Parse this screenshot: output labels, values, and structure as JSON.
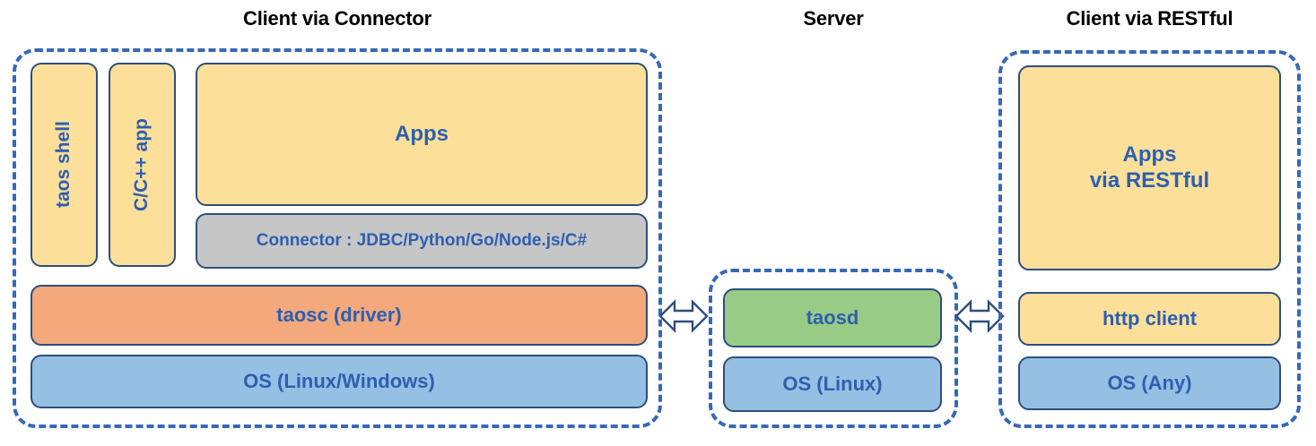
{
  "diagram": {
    "title": "TDengine system architecture: client, server and RESTful client",
    "colors": {
      "panel_border": "#3569B8",
      "box_border": "#2E4E7E",
      "text_blue": "#2E5FB0",
      "yellow": "#FCE09A",
      "orange": "#F4A97C",
      "blue": "#96C0E3",
      "green": "#97CB86",
      "grey": "#C6C6C6",
      "title_black": "#000000"
    }
  },
  "panels": {
    "client_connector": {
      "title": "Client via Connector",
      "boxes": {
        "taos_shell": "taos shell",
        "cpp_app": "C/C++ app",
        "apps": "Apps",
        "connector": "Connector : JDBC/Python/Go/Node.js/C#",
        "taosc": "taosc (driver)",
        "os": "OS (Linux/Windows)"
      }
    },
    "server": {
      "title": "Server",
      "boxes": {
        "taosd": "taosd",
        "os": "OS (Linux)"
      }
    },
    "client_restful": {
      "title": "Client via RESTful",
      "boxes": {
        "apps_line1": "Apps",
        "apps_line2": "via RESTful",
        "http_client": "http client",
        "os": "OS (Any)"
      }
    }
  },
  "connectors": {
    "left_arrow": "double-headed-arrow",
    "right_arrow": "double-headed-arrow"
  }
}
